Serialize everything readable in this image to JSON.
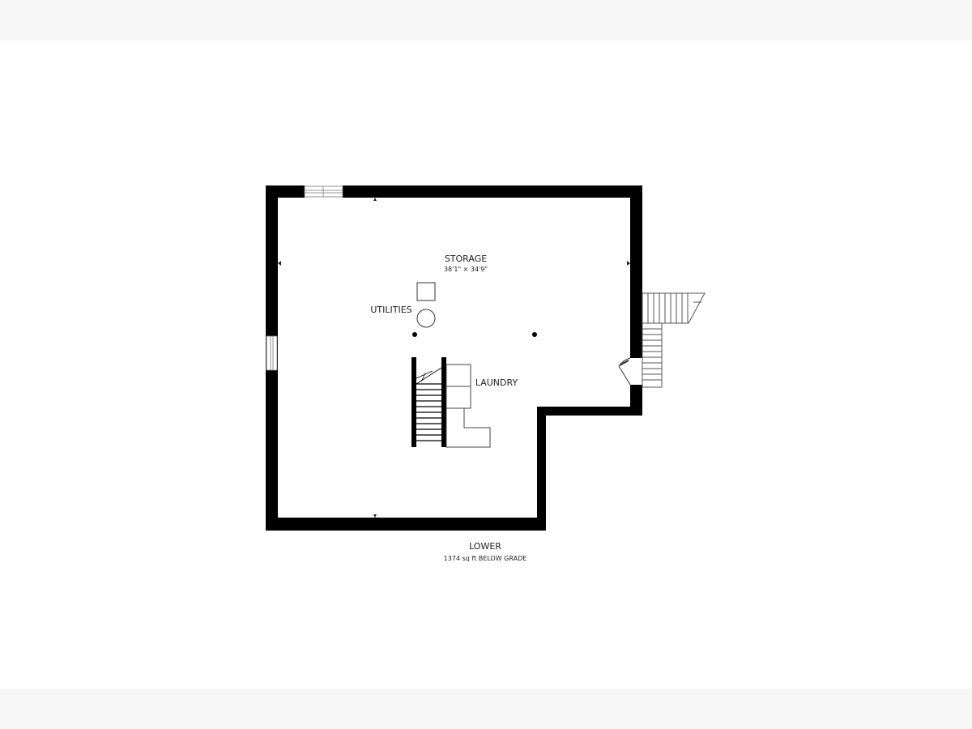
{
  "floor": {
    "name": "LOWER",
    "area": "1374 sq ft BELOW GRADE"
  },
  "rooms": {
    "storage": {
      "name": "STORAGE",
      "dimensions": "38'1\" × 34'9\""
    },
    "utilities": {
      "name": "UTILITIES"
    },
    "laundry": {
      "name": "LAUNDRY"
    }
  },
  "colors": {
    "wall": "#000000",
    "background": "#ffffff",
    "band": "#f6f6f7"
  }
}
